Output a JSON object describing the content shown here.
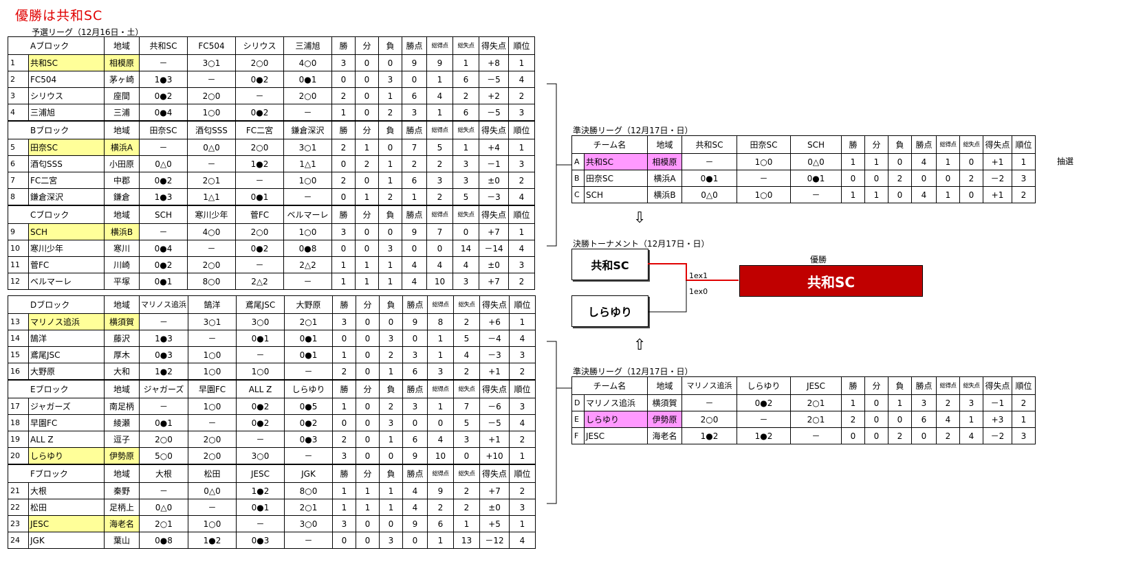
{
  "title": "優勝は共和SC",
  "prelim_caption": "予選リーグ（12月16日・土）",
  "col_headers": {
    "w": "勝",
    "d": "分",
    "l": "負",
    "pts": "勝点",
    "gf": "総得点",
    "ga": "総失点",
    "gd": "得失点",
    "rank": "順位"
  },
  "area_label": "地域",
  "tableA": [
    {
      "name": "Aブロック",
      "opponents": [
        "共和SC",
        "FC504",
        "シリウス",
        "三浦旭"
      ],
      "rows": [
        {
          "no": "1",
          "team": "共和SC",
          "area": "相模原",
          "res": [
            "－",
            "3○1",
            "2○0",
            "4○0"
          ],
          "w": "3",
          "d": "0",
          "l": "0",
          "pts": "9",
          "gf": "9",
          "ga": "1",
          "gd": "+8",
          "rank": "1",
          "hl": true
        },
        {
          "no": "2",
          "team": "FC504",
          "area": "茅ヶ崎",
          "res": [
            "1●3",
            "－",
            "0●2",
            "0●1"
          ],
          "w": "0",
          "d": "0",
          "l": "3",
          "pts": "0",
          "gf": "1",
          "ga": "6",
          "gd": "－5",
          "rank": "4"
        },
        {
          "no": "3",
          "team": "シリウス",
          "area": "座間",
          "res": [
            "0●2",
            "2○0",
            "－",
            "2○0"
          ],
          "w": "2",
          "d": "0",
          "l": "1",
          "pts": "6",
          "gf": "4",
          "ga": "2",
          "gd": "+2",
          "rank": "2"
        },
        {
          "no": "4",
          "team": "三浦旭",
          "area": "三浦",
          "res": [
            "0●4",
            "1○0",
            "0●2",
            "－"
          ],
          "w": "1",
          "d": "0",
          "l": "2",
          "pts": "3",
          "gf": "1",
          "ga": "6",
          "gd": "－5",
          "rank": "3"
        }
      ]
    },
    {
      "name": "Bブロック",
      "opponents": [
        "田奈SC",
        "酒匂SSS",
        "FC二宮",
        "鎌倉深沢"
      ],
      "rows": [
        {
          "no": "5",
          "team": "田奈SC",
          "area": "横浜A",
          "res": [
            "－",
            "0△0",
            "2○0",
            "3○1"
          ],
          "w": "2",
          "d": "1",
          "l": "0",
          "pts": "7",
          "gf": "5",
          "ga": "1",
          "gd": "+4",
          "rank": "1",
          "hl": true
        },
        {
          "no": "6",
          "team": "酒匂SSS",
          "area": "小田原",
          "res": [
            "0△0",
            "－",
            "1●2",
            "1△1"
          ],
          "w": "0",
          "d": "2",
          "l": "1",
          "pts": "2",
          "gf": "2",
          "ga": "3",
          "gd": "－1",
          "rank": "3"
        },
        {
          "no": "7",
          "team": "FC二宮",
          "area": "中郡",
          "res": [
            "0●2",
            "2○1",
            "－",
            "1○0"
          ],
          "w": "2",
          "d": "0",
          "l": "1",
          "pts": "6",
          "gf": "3",
          "ga": "3",
          "gd": "±0",
          "rank": "2"
        },
        {
          "no": "8",
          "team": "鎌倉深沢",
          "area": "鎌倉",
          "res": [
            "1●3",
            "1△1",
            "0●1",
            "－"
          ],
          "w": "0",
          "d": "1",
          "l": "2",
          "pts": "1",
          "gf": "2",
          "ga": "5",
          "gd": "－3",
          "rank": "4"
        }
      ]
    },
    {
      "name": "Cブロック",
      "opponents": [
        "SCH",
        "寒川少年",
        "菅FC",
        "ベルマーレ"
      ],
      "rows": [
        {
          "no": "9",
          "team": "SCH",
          "area": "横浜B",
          "res": [
            "－",
            "4○0",
            "2○0",
            "1○0"
          ],
          "w": "3",
          "d": "0",
          "l": "0",
          "pts": "9",
          "gf": "7",
          "ga": "0",
          "gd": "+7",
          "rank": "1",
          "hl": true
        },
        {
          "no": "10",
          "team": "寒川少年",
          "area": "寒川",
          "res": [
            "0●4",
            "－",
            "0●2",
            "0●8"
          ],
          "w": "0",
          "d": "0",
          "l": "3",
          "pts": "0",
          "gf": "0",
          "ga": "14",
          "gd": "－14",
          "rank": "4"
        },
        {
          "no": "11",
          "team": "菅FC",
          "area": "川崎",
          "res": [
            "0●2",
            "2○0",
            "－",
            "2△2"
          ],
          "w": "1",
          "d": "1",
          "l": "1",
          "pts": "4",
          "gf": "4",
          "ga": "4",
          "gd": "±0",
          "rank": "3"
        },
        {
          "no": "12",
          "team": "ベルマーレ",
          "area": "平塚",
          "res": [
            "0●1",
            "8○0",
            "2△2",
            "－"
          ],
          "w": "1",
          "d": "1",
          "l": "1",
          "pts": "4",
          "gf": "10",
          "ga": "3",
          "gd": "+7",
          "rank": "2"
        }
      ]
    }
  ],
  "tableB": [
    {
      "name": "Dブロック",
      "opponents": [
        "マリノス追浜",
        "鵠洋",
        "鳶尾JSC",
        "大野原"
      ],
      "rows": [
        {
          "no": "13",
          "team": "マリノス追浜",
          "area": "横須賀",
          "res": [
            "－",
            "3○1",
            "3○0",
            "2○1"
          ],
          "w": "3",
          "d": "0",
          "l": "0",
          "pts": "9",
          "gf": "8",
          "ga": "2",
          "gd": "+6",
          "rank": "1",
          "hl": true
        },
        {
          "no": "14",
          "team": "鵠洋",
          "area": "藤沢",
          "res": [
            "1●3",
            "－",
            "0●1",
            "0●1"
          ],
          "w": "0",
          "d": "0",
          "l": "3",
          "pts": "0",
          "gf": "1",
          "ga": "5",
          "gd": "－4",
          "rank": "4"
        },
        {
          "no": "15",
          "team": "鳶尾JSC",
          "area": "厚木",
          "res": [
            "0●3",
            "1○0",
            "－",
            "0●1"
          ],
          "w": "1",
          "d": "0",
          "l": "2",
          "pts": "3",
          "gf": "1",
          "ga": "4",
          "gd": "－3",
          "rank": "3"
        },
        {
          "no": "16",
          "team": "大野原",
          "area": "大和",
          "res": [
            "1●2",
            "1○0",
            "1○0",
            "－"
          ],
          "w": "2",
          "d": "0",
          "l": "1",
          "pts": "6",
          "gf": "3",
          "ga": "2",
          "gd": "+1",
          "rank": "2"
        }
      ]
    },
    {
      "name": "Eブロック",
      "opponents": [
        "ジャガーズ",
        "早園FC",
        "ALL Z",
        "しらゆり"
      ],
      "rows": [
        {
          "no": "17",
          "team": "ジャガーズ",
          "area": "南足柄",
          "res": [
            "－",
            "1○0",
            "0●2",
            "0●5"
          ],
          "w": "1",
          "d": "0",
          "l": "2",
          "pts": "3",
          "gf": "1",
          "ga": "7",
          "gd": "－6",
          "rank": "3"
        },
        {
          "no": "18",
          "team": "早園FC",
          "area": "綾瀬",
          "res": [
            "0●1",
            "－",
            "0●2",
            "0●2"
          ],
          "w": "0",
          "d": "0",
          "l": "3",
          "pts": "0",
          "gf": "0",
          "ga": "5",
          "gd": "－5",
          "rank": "4"
        },
        {
          "no": "19",
          "team": "ALL Z",
          "area": "逗子",
          "res": [
            "2○0",
            "2○0",
            "－",
            "0●3"
          ],
          "w": "2",
          "d": "0",
          "l": "1",
          "pts": "6",
          "gf": "4",
          "ga": "3",
          "gd": "+1",
          "rank": "2"
        },
        {
          "no": "20",
          "team": "しらゆり",
          "area": "伊勢原",
          "res": [
            "5○0",
            "2○0",
            "3○0",
            "－"
          ],
          "w": "3",
          "d": "0",
          "l": "0",
          "pts": "9",
          "gf": "10",
          "ga": "0",
          "gd": "+10",
          "rank": "1",
          "hl": true
        }
      ]
    },
    {
      "name": "Fブロック",
      "opponents": [
        "大根",
        "松田",
        "JESC",
        "JGK"
      ],
      "rows": [
        {
          "no": "21",
          "team": "大根",
          "area": "秦野",
          "res": [
            "－",
            "0△0",
            "1●2",
            "8○0"
          ],
          "w": "1",
          "d": "1",
          "l": "1",
          "pts": "4",
          "gf": "9",
          "ga": "2",
          "gd": "+7",
          "rank": "2"
        },
        {
          "no": "22",
          "team": "松田",
          "area": "足柄上",
          "res": [
            "0△0",
            "－",
            "0●1",
            "2○1"
          ],
          "w": "1",
          "d": "1",
          "l": "1",
          "pts": "4",
          "gf": "2",
          "ga": "2",
          "gd": "±0",
          "rank": "3"
        },
        {
          "no": "23",
          "team": "JESC",
          "area": "海老名",
          "res": [
            "2○1",
            "1○0",
            "－",
            "3○0"
          ],
          "w": "3",
          "d": "0",
          "l": "0",
          "pts": "9",
          "gf": "6",
          "ga": "1",
          "gd": "+5",
          "rank": "1",
          "hl": true
        },
        {
          "no": "24",
          "team": "JGK",
          "area": "葉山",
          "res": [
            "0●8",
            "1●2",
            "0●3",
            "－"
          ],
          "w": "0",
          "d": "0",
          "l": "3",
          "pts": "0",
          "gf": "1",
          "ga": "13",
          "gd": "－12",
          "rank": "4"
        }
      ]
    }
  ],
  "semi1": {
    "caption": "準決勝リーグ（12月17日・日）",
    "team_col": "チーム名",
    "opponents": [
      "共和SC",
      "田奈SC",
      "SCH"
    ],
    "rows": [
      {
        "no": "A",
        "team": "共和SC",
        "area": "相模原",
        "res": [
          "－",
          "1○0",
          "0△0"
        ],
        "w": "1",
        "d": "1",
        "l": "0",
        "pts": "4",
        "gf": "1",
        "ga": "0",
        "gd": "+1",
        "rank": "1",
        "pk": true
      },
      {
        "no": "B",
        "team": "田奈SC",
        "area": "横浜A",
        "res": [
          "0●1",
          "－",
          "0●1"
        ],
        "w": "0",
        "d": "0",
        "l": "2",
        "pts": "0",
        "gf": "0",
        "ga": "2",
        "gd": "－2",
        "rank": "3"
      },
      {
        "no": "C",
        "team": "SCH",
        "area": "横浜B",
        "res": [
          "0△0",
          "1○0",
          "－"
        ],
        "w": "1",
        "d": "1",
        "l": "0",
        "pts": "4",
        "gf": "1",
        "ga": "0",
        "gd": "+1",
        "rank": "2"
      }
    ],
    "note": "抽選"
  },
  "semi2": {
    "caption": "準決勝リーグ（12月17日・日）",
    "team_col": "チーム名",
    "opponents": [
      "マリノス追浜",
      "しらゆり",
      "JESC"
    ],
    "rows": [
      {
        "no": "D",
        "team": "マリノス追浜",
        "area": "横須賀",
        "res": [
          "－",
          "0●2",
          "2○1"
        ],
        "w": "1",
        "d": "0",
        "l": "1",
        "pts": "3",
        "gf": "2",
        "ga": "3",
        "gd": "－1",
        "rank": "2"
      },
      {
        "no": "E",
        "team": "しらゆり",
        "area": "伊勢原",
        "res": [
          "2○0",
          "－",
          "2○1"
        ],
        "w": "2",
        "d": "0",
        "l": "0",
        "pts": "6",
        "gf": "4",
        "ga": "1",
        "gd": "+3",
        "rank": "1",
        "pk": true
      },
      {
        "no": "F",
        "team": "JESC",
        "area": "海老名",
        "res": [
          "1●2",
          "1●2",
          "－"
        ],
        "w": "0",
        "d": "0",
        "l": "2",
        "pts": "0",
        "gf": "2",
        "ga": "4",
        "gd": "－2",
        "rank": "3"
      }
    ]
  },
  "final": {
    "caption": "決勝トーナメント（12月17日・日）",
    "team1": "共和SC",
    "team2": "しらゆり",
    "score1": "1ex1",
    "score2": "1ex0",
    "winner_label": "優勝",
    "winner": "共和SC",
    "line_color": "#e00000",
    "winner_bg": "#c00000"
  },
  "arrows": {
    "down": "⇩",
    "up": "⇧"
  },
  "colors": {
    "title": "#e00000",
    "highlight": "#ffff99",
    "semi_highlight": "#ff99ff"
  }
}
